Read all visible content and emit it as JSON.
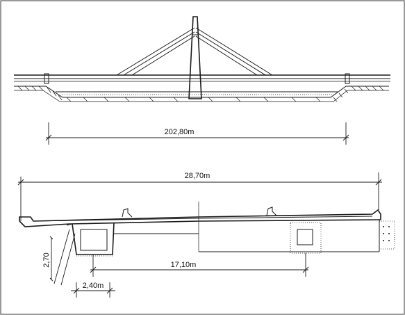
{
  "dimensions": {
    "total_length": "202,80m",
    "deck_width": "28,70m",
    "span_center": "17,10m",
    "box_depth": "2,70",
    "box_width": "2,40m"
  }
}
